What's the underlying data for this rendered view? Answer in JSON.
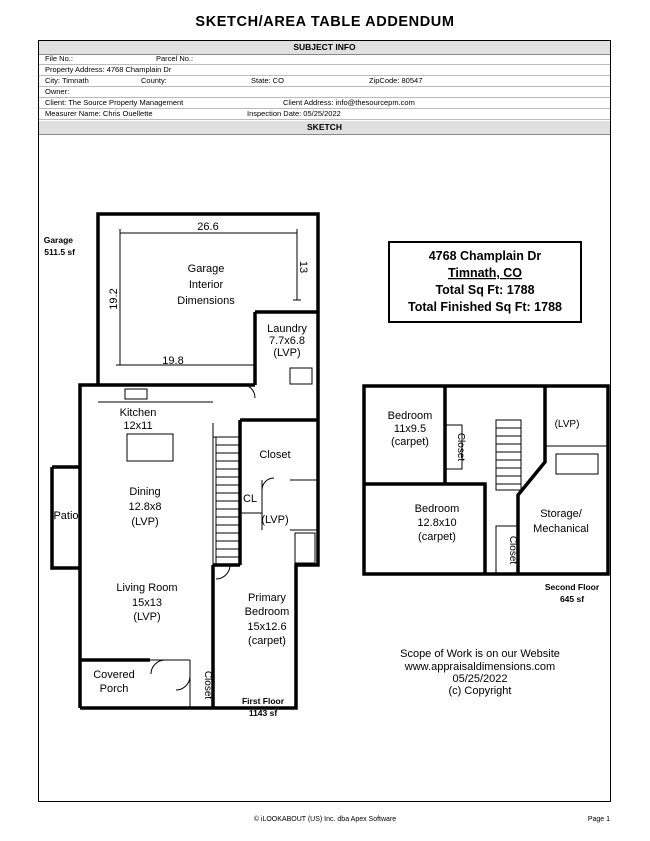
{
  "title": "SKETCH/AREA TABLE ADDENDUM",
  "subject_info": {
    "header": "SUBJECT INFO",
    "file_no": "File No.:",
    "parcel_no": "Parcel No.:",
    "address": "Property Address: 4768 Champlain Dr",
    "city": "City: Timnath",
    "county": "County:",
    "state": "State: CO",
    "zip": "ZipCode: 80547",
    "owner": "Owner:",
    "client": "Client: The Source Property Management",
    "client_address": "Client Address: info@thesourcepm.com",
    "measurer": "Measurer Name: Chris Ouellette",
    "inspection_date": "Inspection Date: 05/25/2022"
  },
  "sketch": {
    "header": "SKETCH",
    "garage_label": "Garage",
    "garage_area": "511.5 sf",
    "dim_width": "26.6",
    "dim_right": "13",
    "dim_left": "19.2",
    "dim_bottom": "19.8",
    "garage_interior": [
      "Garage",
      "Interior",
      "Dimensions"
    ],
    "laundry": [
      "Laundry",
      "7.7x6.8",
      "(LVP)"
    ],
    "kitchen": [
      "Kitchen",
      "12x11"
    ],
    "closet": "Closet",
    "cl": "CL",
    "lvp": "(LVP)",
    "dining": [
      "Dining",
      "12.8x8",
      "(LVP)"
    ],
    "patio": "Patio",
    "living": [
      "Living Room",
      "15x13",
      "(LVP)"
    ],
    "primary": [
      "Primary",
      "Bedroom",
      "15x12.6",
      "(carpet)"
    ],
    "porch": [
      "Covered",
      "Porch"
    ],
    "first_floor": "First Floor",
    "first_floor_area": "1143 sf",
    "bedroom1": [
      "Bedroom",
      "11x9.5",
      "(carpet)"
    ],
    "bedroom2": [
      "Bedroom",
      "12.8x10",
      "(carpet)"
    ],
    "storage": [
      "Storage/",
      "Mechanical"
    ],
    "second_floor": "Second Floor",
    "second_floor_area": "645 sf"
  },
  "summary_box": {
    "address": "4768 Champlain Dr",
    "city": "Timnath, CO",
    "total": "Total Sq Ft: 1788",
    "finished": "Total Finished Sq Ft: 1788"
  },
  "scope": {
    "line1": "Scope of Work is on our Website",
    "line2": "www.appraisaldimensions.com",
    "line3": "05/25/2022",
    "line4": "(c) Copyright"
  },
  "footer": {
    "copyright": "© iLOOKABOUT (US) Inc. dba Apex Software",
    "page": "Page 1"
  }
}
